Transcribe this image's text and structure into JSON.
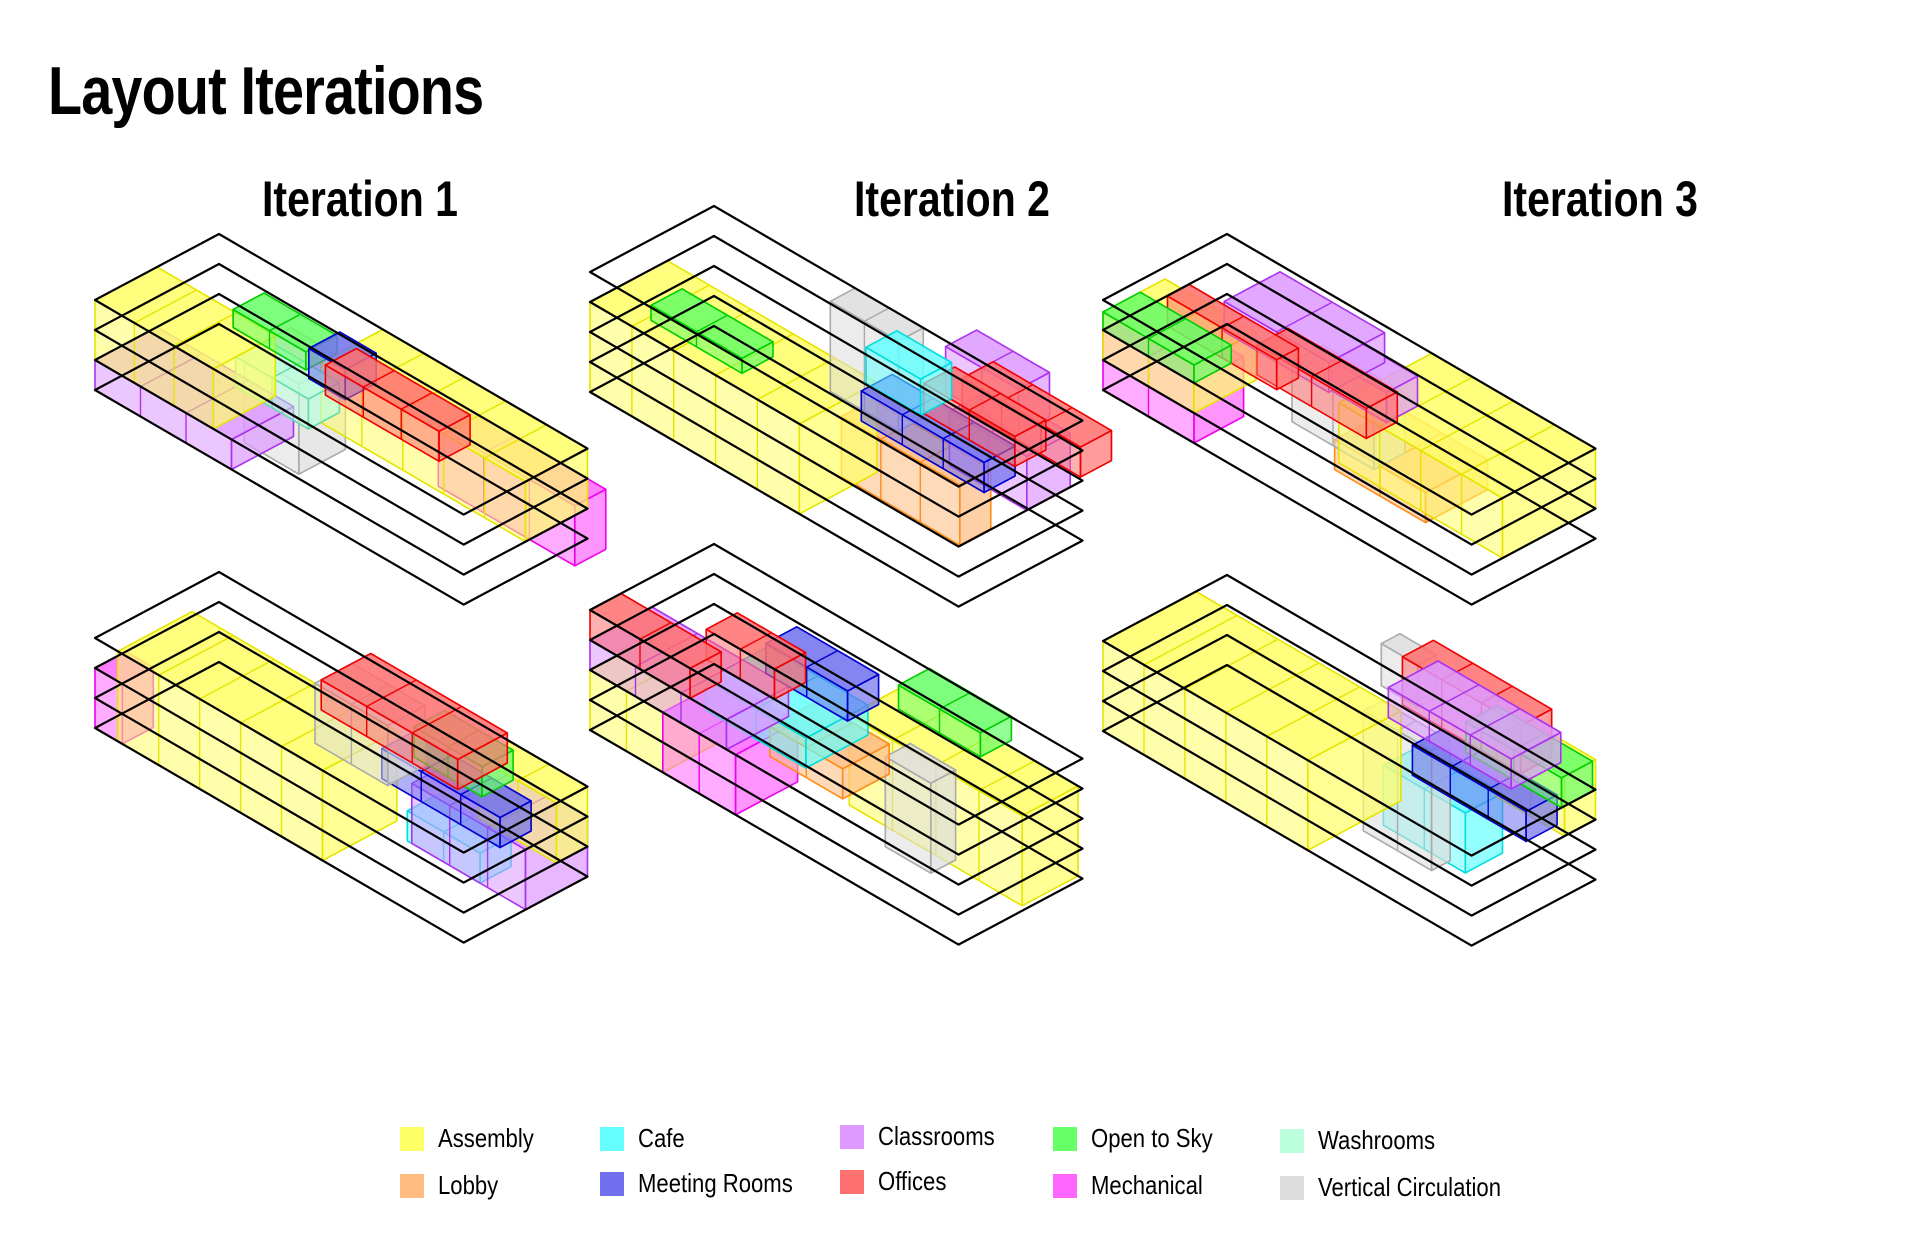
{
  "title": "Layout Iterations",
  "iterations": [
    {
      "label": "Iteration 1"
    },
    {
      "label": "Iteration 2"
    },
    {
      "label": "Iteration 3"
    }
  ],
  "legend": [
    {
      "key": "assembly",
      "label": "Assembly",
      "color": "#ffff66"
    },
    {
      "key": "lobby",
      "label": "Lobby",
      "color": "#ffbb80"
    },
    {
      "key": "cafe",
      "label": "Cafe",
      "color": "#66ffff"
    },
    {
      "key": "meeting",
      "label": "Meeting Rooms",
      "color": "#7070ee"
    },
    {
      "key": "classrooms",
      "label": "Classrooms",
      "color": "#dd99ff"
    },
    {
      "key": "offices",
      "label": "Offices",
      "color": "#ff7070"
    },
    {
      "key": "open",
      "label": "Open to Sky",
      "color": "#66ff66"
    },
    {
      "key": "mechanical",
      "label": "Mechanical",
      "color": "#ff66ff"
    },
    {
      "key": "washrooms",
      "label": "Washrooms",
      "color": "#bbffdd"
    },
    {
      "key": "vertical",
      "label": "Vertical Circulation",
      "color": "#dddddd"
    }
  ],
  "stroke_colors": {
    "assembly": "#e5e500",
    "lobby": "#ff8c1a",
    "cafe": "#00dddd",
    "meeting": "#0000cc",
    "classrooms": "#aa33ee",
    "offices": "#ee0000",
    "open": "#00cc00",
    "mechanical": "#ee00ee",
    "washrooms": "#66ddaa",
    "vertical": "#aaaaaa"
  }
}
